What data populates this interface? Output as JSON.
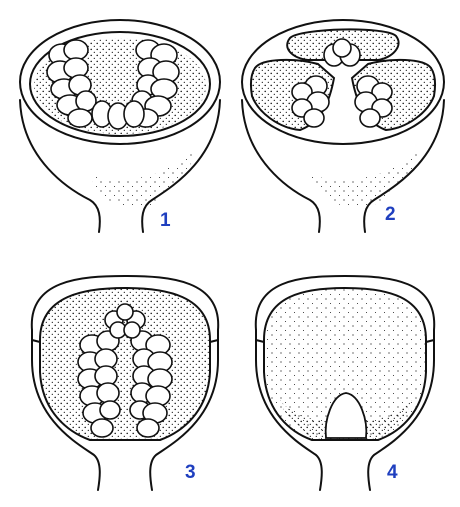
{
  "colors": {
    "ink": "#111111",
    "label": "#1f3fbf",
    "background": "#ffffff"
  },
  "panels": [
    {
      "label": "1"
    },
    {
      "label": "2"
    },
    {
      "label": "3"
    },
    {
      "label": "4"
    }
  ]
}
